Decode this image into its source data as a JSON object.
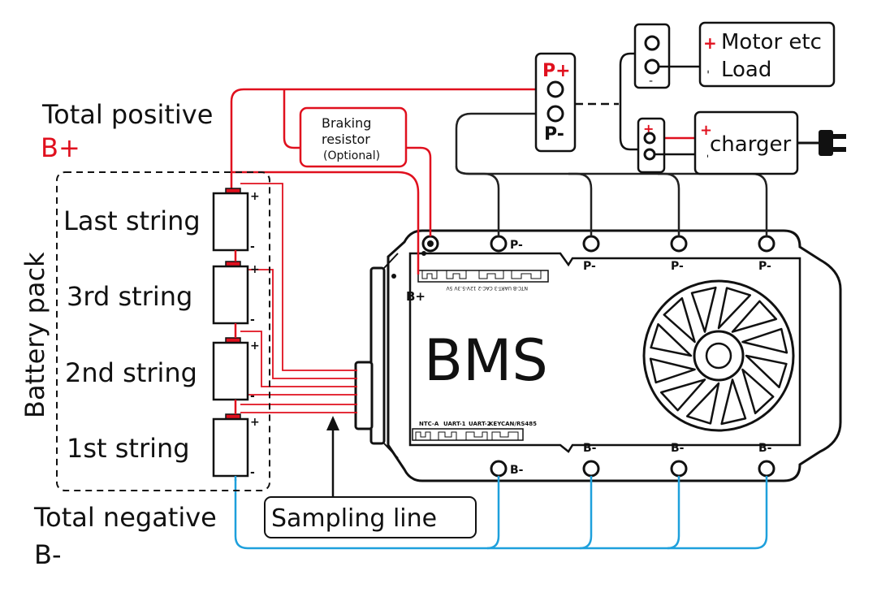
{
  "labels": {
    "total_positive": "Total positive",
    "b_plus": "B+",
    "total_negative": "Total negative",
    "b_minus": "B-",
    "battery_pack": "Battery pack",
    "strings": [
      "Last string",
      "3rd string",
      "2nd string",
      "1st string"
    ],
    "sampling_line": "Sampling line",
    "braking_resistor": [
      "Braking",
      "resistor",
      "(Optional)"
    ],
    "motor": "Motor etc",
    "load": "Load",
    "charger": "charger",
    "p_plus": "P+",
    "p_minus": "P-",
    "bms": "BMS",
    "bms_b_plus": "B+",
    "bms_p_minus": [
      "P-",
      "P-",
      "P-",
      "P-"
    ],
    "bms_b_minus": [
      "B-",
      "B-",
      "B-",
      "B-"
    ],
    "top_ports": "NTC-B   UART-3   CAC-2   12V-5.3V   5V",
    "bottom_ports": [
      "NTC-A",
      "UART-1",
      "UART-2",
      "KEY",
      "CAN/RS485"
    ],
    "plus": "+",
    "minus": "-"
  },
  "colors": {
    "positive": "#e0101e",
    "negative": "#1ea0dc",
    "line": "#222222"
  }
}
